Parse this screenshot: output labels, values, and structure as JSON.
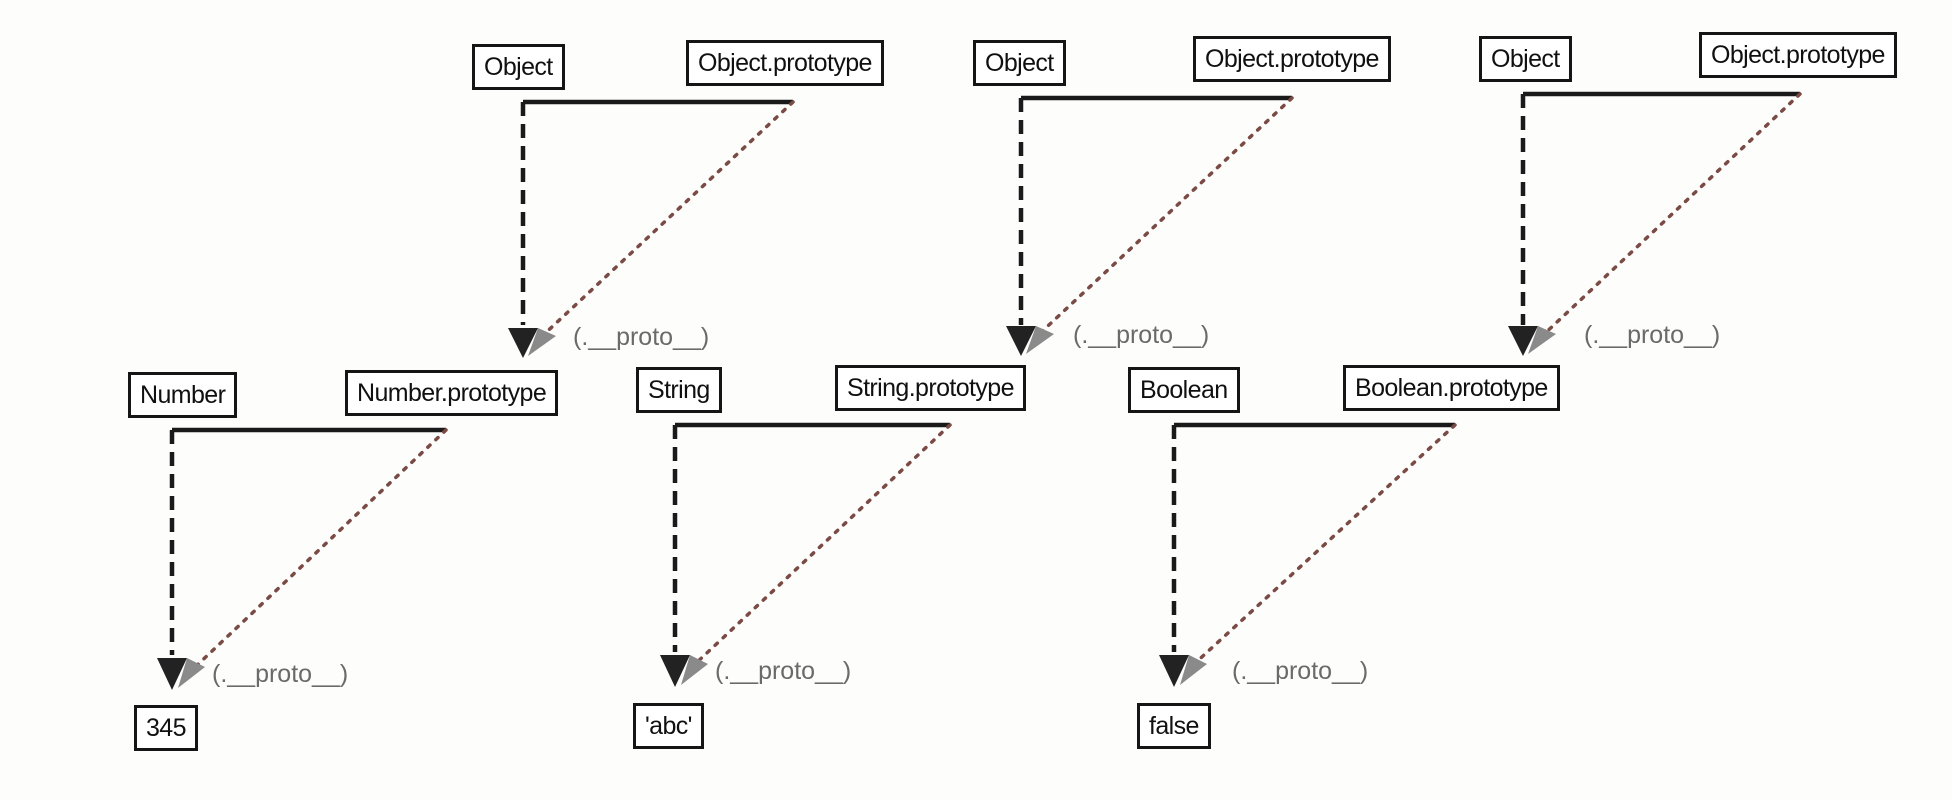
{
  "levels": {
    "object": [
      {
        "ctor": "Object",
        "proto": "Object.prototype",
        "link": "(.__proto__)"
      },
      {
        "ctor": "Object",
        "proto": "Object.prototype",
        "link": "(.__proto__)"
      },
      {
        "ctor": "Object",
        "proto": "Object.prototype",
        "link": "(.__proto__)"
      }
    ],
    "wrapper": [
      {
        "ctor": "Number",
        "proto": "Number.prototype",
        "link": "(.__proto__)"
      },
      {
        "ctor": "String",
        "proto": "String.prototype",
        "link": "(.__proto__)"
      },
      {
        "ctor": "Boolean",
        "proto": "Boolean.prototype",
        "link": "(.__proto__)"
      }
    ],
    "values": [
      "345",
      "'abc'",
      "false"
    ]
  },
  "colors": {
    "solid_line": "#1a1a1a",
    "dashed_line": "#1a1a1a",
    "dotted_line": "#7a4a44",
    "arrow_dark": "#222222",
    "arrow_light": "#8a8a8a"
  }
}
